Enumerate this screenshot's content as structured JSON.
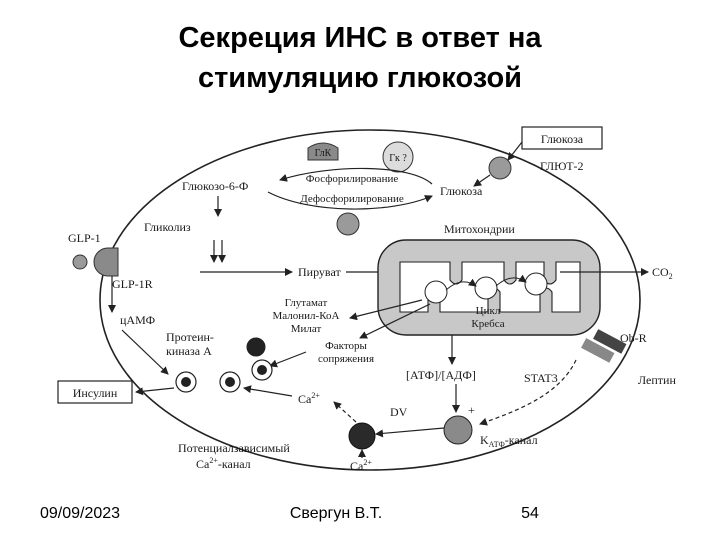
{
  "slide": {
    "title_line1": "Секреция ИНС в ответ на",
    "title_line2": "стимуляцию глюкозой"
  },
  "diagram": {
    "glucose_box": "Глюкоза",
    "glut2": "ГЛЮТ-2",
    "glk": "ГлК",
    "gk": "Гк ?",
    "phosphorylation": "Фосфорилирование",
    "dephosphorylation": "Дефосфорилирование",
    "glucose_6_p": "Глюкозо-6-Ф",
    "glucose": "Глюкоза",
    "glycolysis": "Гликолиз",
    "pyruvate": "Пируват",
    "mitochondria": "Митохондрии",
    "krebs_line1": "Цикл",
    "krebs_line2": "Кребса",
    "co2": "CO",
    "co2_sub": "2",
    "glp1": "GLP-1",
    "glp1r": "GLP-1R",
    "camp": "цАМФ",
    "metabolites": [
      "Глутамат",
      "Малонил-КоА",
      "Милат"
    ],
    "pk_line1": "Протеин-",
    "pk_line2": "киназа А",
    "coupling_line1": "Факторы",
    "coupling_line2": "сопряжения",
    "atp_adp": "[АТФ]/[АДФ]",
    "stat3": "STAT3",
    "obr": "Ob-R",
    "leptin": "Лептин",
    "insulin": "Инсулин",
    "ca_in": "Ca",
    "ca_in_sup": "2+",
    "dv": "DV",
    "plus": "+",
    "katp_k": "K",
    "katp_sub": "АТФ",
    "katp_suffix": "-канал",
    "vgcc_line1": "Потенциалзависимый",
    "vgcc_line2_a": "Ca",
    "vgcc_line2_sup": "2+",
    "vgcc_line2_b": "-канал",
    "ca_out": "Ca",
    "ca_out_sup": "2+"
  },
  "footer": {
    "date": "09/09/2023",
    "author": "Свергун В.Т.",
    "page": "54"
  }
}
